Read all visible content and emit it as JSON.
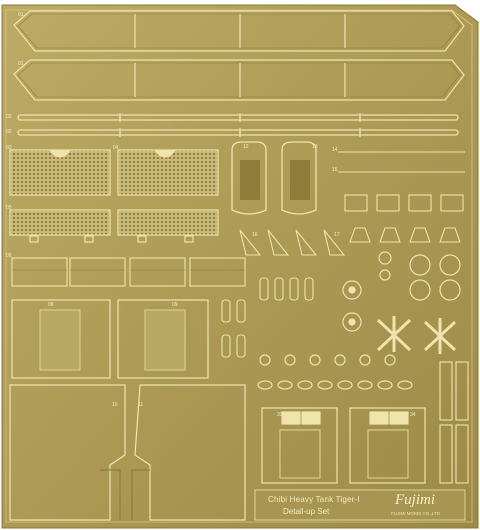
{
  "sheet": {
    "title": "Chibi Heavy Tank Tiger-I",
    "subtitle": "Detail-up Set",
    "brand": "Fujimi",
    "maker": "FUJIMI MOKEI CO.,LTD",
    "colors": {
      "brass": "#b4a25e",
      "brass_light": "#d8c98a",
      "brass_dark": "#7c6d37",
      "background": "#ffffff"
    }
  },
  "part_numbers": {
    "n01a": "01",
    "n01b": "01",
    "n02a": "02",
    "n02b": "02",
    "n03": "03",
    "n04": "04",
    "n05": "05",
    "n06": "06",
    "n08": "08",
    "n09": "09",
    "n10": "10",
    "n11": "11",
    "n12": "12",
    "n13": "13",
    "n14": "14",
    "n15": "15",
    "n16": "16",
    "n17": "17",
    "n33": "33",
    "n34": "34"
  }
}
